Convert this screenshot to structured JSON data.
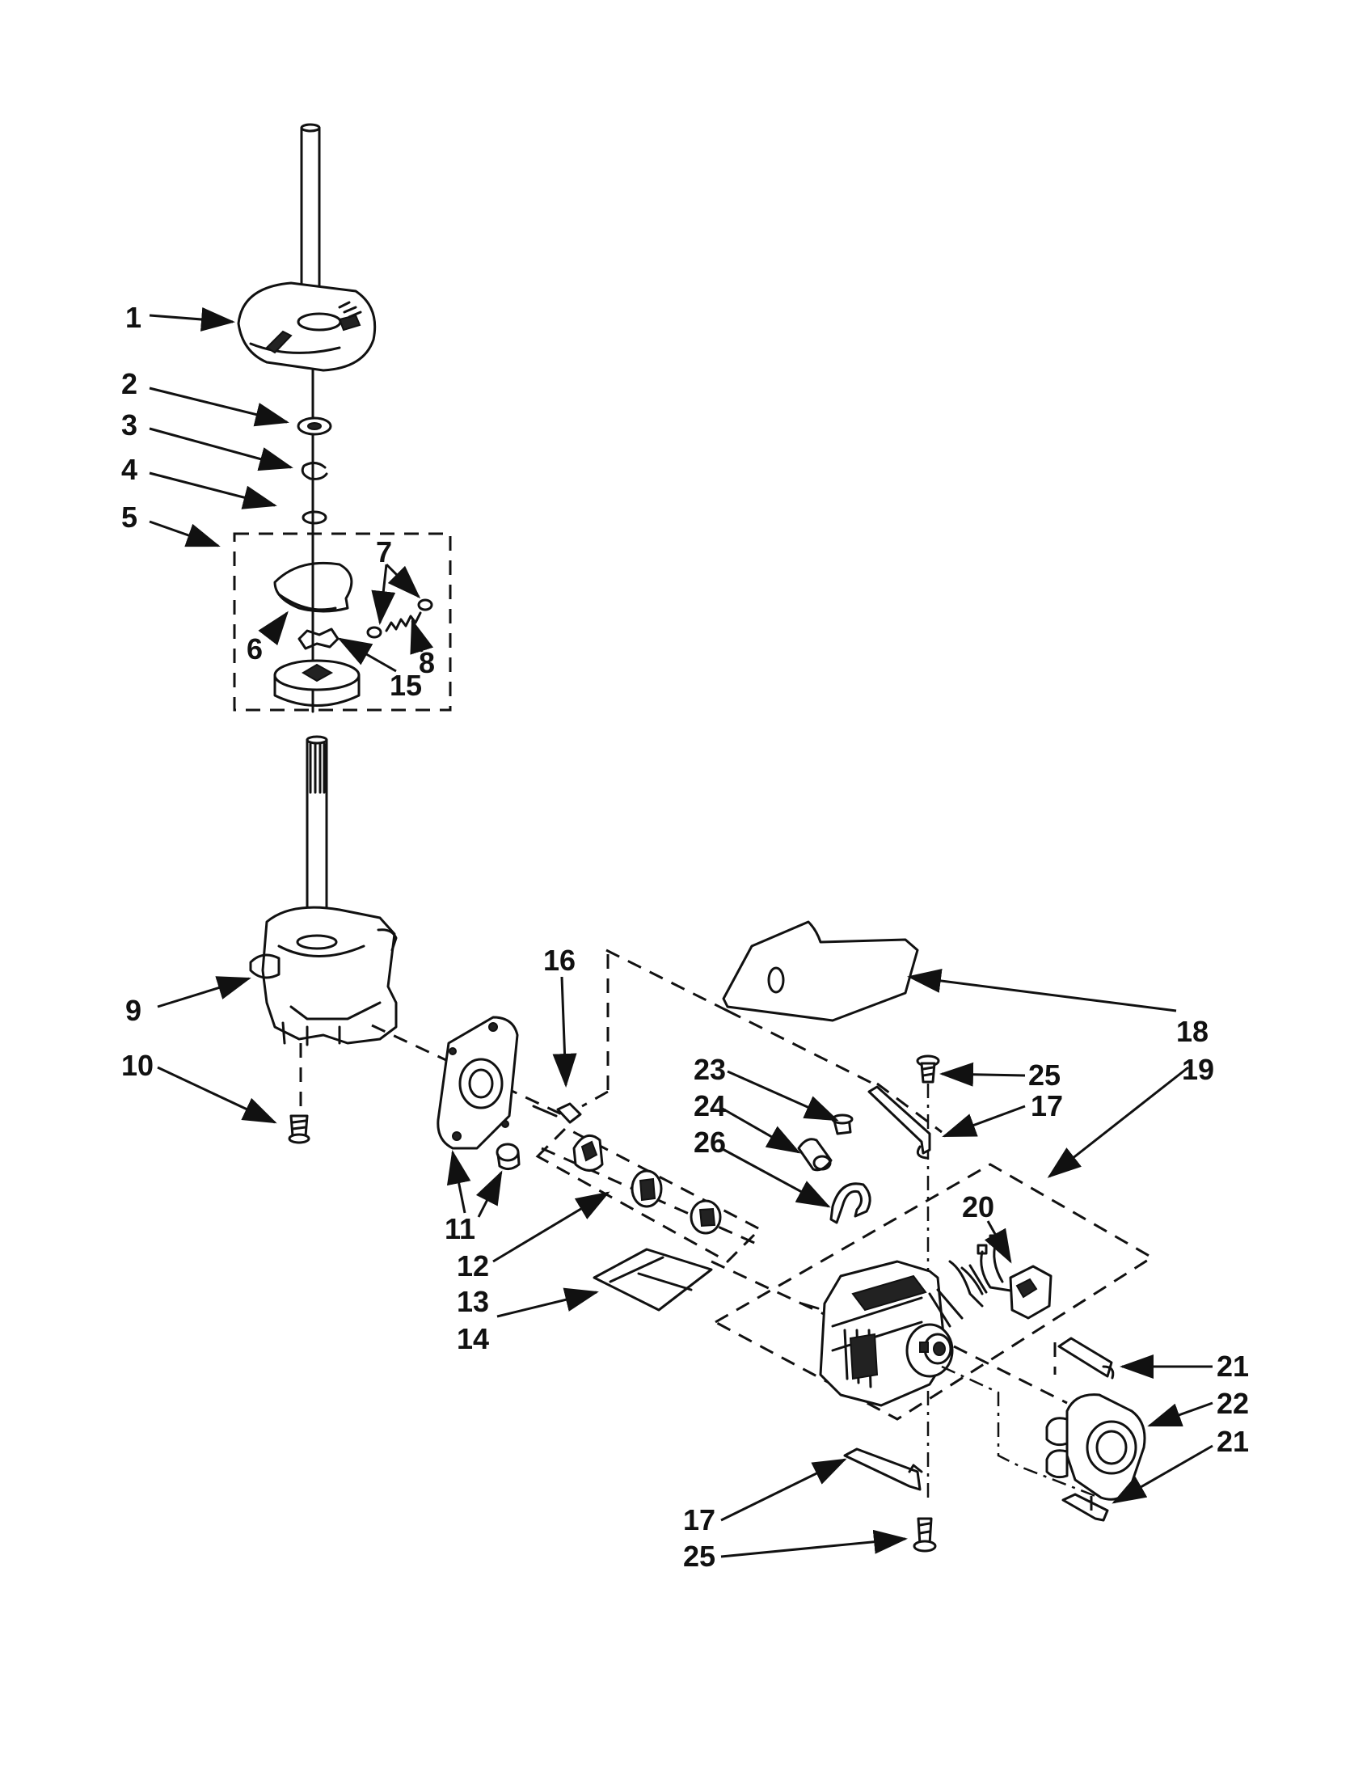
{
  "callouts": [
    {
      "id": "c1",
      "text": "1"
    },
    {
      "id": "c2",
      "text": "2"
    },
    {
      "id": "c3",
      "text": "3"
    },
    {
      "id": "c4",
      "text": "4"
    },
    {
      "id": "c5",
      "text": "5"
    },
    {
      "id": "c6",
      "text": "6"
    },
    {
      "id": "c7",
      "text": "7"
    },
    {
      "id": "c8",
      "text": "8"
    },
    {
      "id": "c15",
      "text": "15"
    },
    {
      "id": "c9",
      "text": "9"
    },
    {
      "id": "c10",
      "text": "10"
    },
    {
      "id": "c11",
      "text": "11"
    },
    {
      "id": "c12",
      "text": "12"
    },
    {
      "id": "c13",
      "text": "13"
    },
    {
      "id": "c14",
      "text": "14"
    },
    {
      "id": "c16",
      "text": "16"
    },
    {
      "id": "c18",
      "text": "18"
    },
    {
      "id": "c19",
      "text": "19"
    },
    {
      "id": "c23",
      "text": "23"
    },
    {
      "id": "c24",
      "text": "24"
    },
    {
      "id": "c26",
      "text": "26"
    },
    {
      "id": "c25a",
      "text": "25"
    },
    {
      "id": "c17a",
      "text": "17"
    },
    {
      "id": "c20",
      "text": "20"
    },
    {
      "id": "c21a",
      "text": "21"
    },
    {
      "id": "c22",
      "text": "22"
    },
    {
      "id": "c21b",
      "text": "21"
    },
    {
      "id": "c17b",
      "text": "17"
    },
    {
      "id": "c25b",
      "text": "25"
    }
  ]
}
